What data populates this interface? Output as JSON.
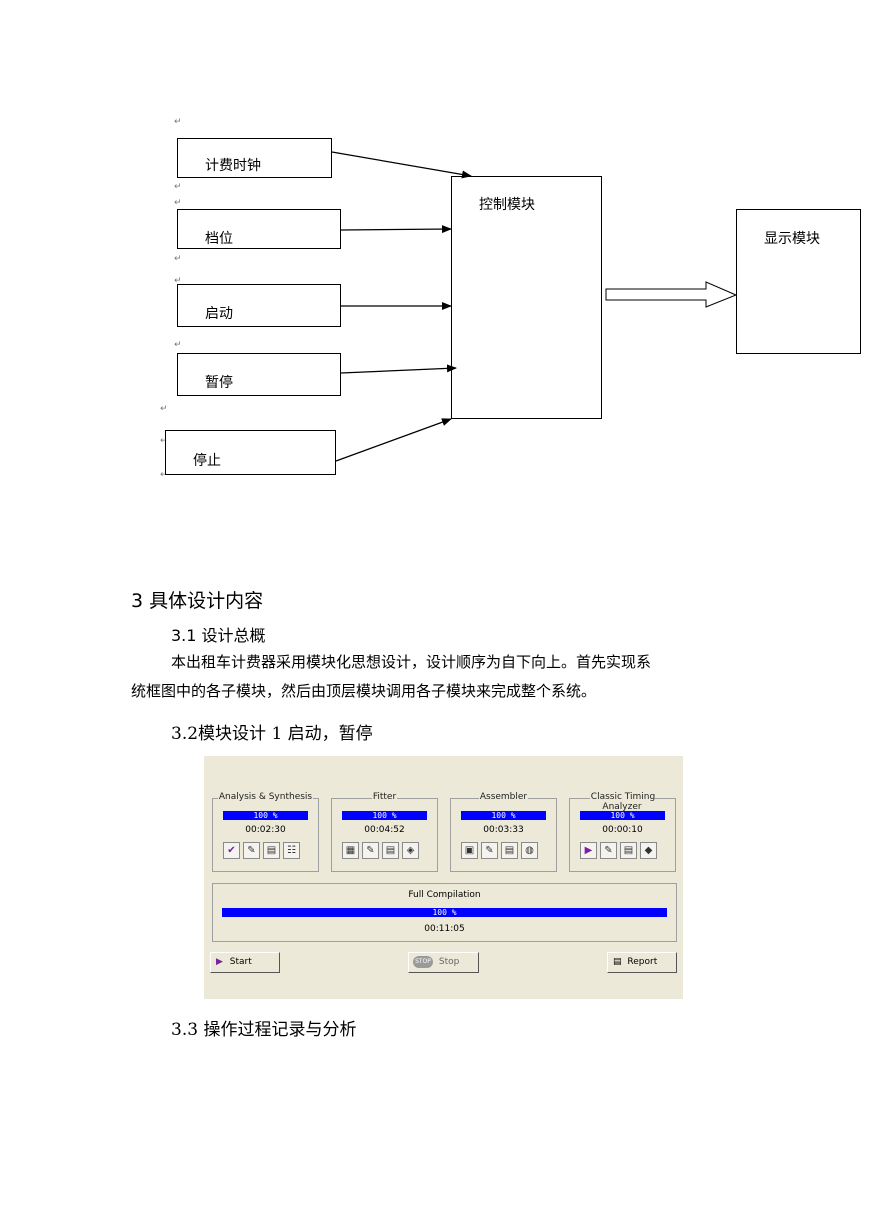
{
  "diagram": {
    "inputs": [
      {
        "label": "计费时钟"
      },
      {
        "label": "档位"
      },
      {
        "label": "启动"
      },
      {
        "label": "暂停"
      },
      {
        "label": "停止"
      }
    ],
    "control": {
      "label": "控制模块"
    },
    "display": {
      "label": "显示模块"
    },
    "para_mark": "↵"
  },
  "section3": {
    "title": "3  具体设计内容",
    "sub1_title": "3.1  设计总概",
    "para_line1": "本出租车计费器采用模块化思想设计，设计顺序为自下向上。首先实现系",
    "para_line2": "统框图中的各子模块，然后由顶层模块调用各子模块来完成整个系统。",
    "sub2_title": "3.2模块设计 1 启动，暂停",
    "sub3_title": "3.3  操作过程记录与分析"
  },
  "compile": {
    "stages": [
      {
        "name": "Analysis & Synthesis",
        "percent": "100 %",
        "time": "00:02:30",
        "icons": [
          "check-run-icon",
          "edit-icon",
          "report-icon",
          "netlist-icon"
        ]
      },
      {
        "name": "Fitter",
        "percent": "100 %",
        "time": "00:04:52",
        "icons": [
          "fitter-run-icon",
          "edit-icon",
          "report-icon",
          "chip-planner-icon"
        ]
      },
      {
        "name": "Assembler",
        "percent": "100 %",
        "time": "00:03:33",
        "icons": [
          "assembler-run-icon",
          "edit-icon",
          "report-icon",
          "programmer-icon"
        ]
      },
      {
        "name": "Classic Timing Analyzer",
        "percent": "100 %",
        "time": "00:00:10",
        "icons": [
          "timing-run-icon",
          "edit-icon",
          "report-icon",
          "timing-report-icon"
        ]
      }
    ],
    "full": {
      "name": "Full Compilation",
      "percent": "100 %",
      "time": "00:11:05"
    },
    "buttons": {
      "start": "Start",
      "stop": "Stop",
      "report": "Report",
      "stop_icon_text": "STOP"
    },
    "colors": {
      "progress": "#0000ff",
      "panel_bg": "#ece9d8",
      "start_icon": "#7b1fa2"
    }
  }
}
